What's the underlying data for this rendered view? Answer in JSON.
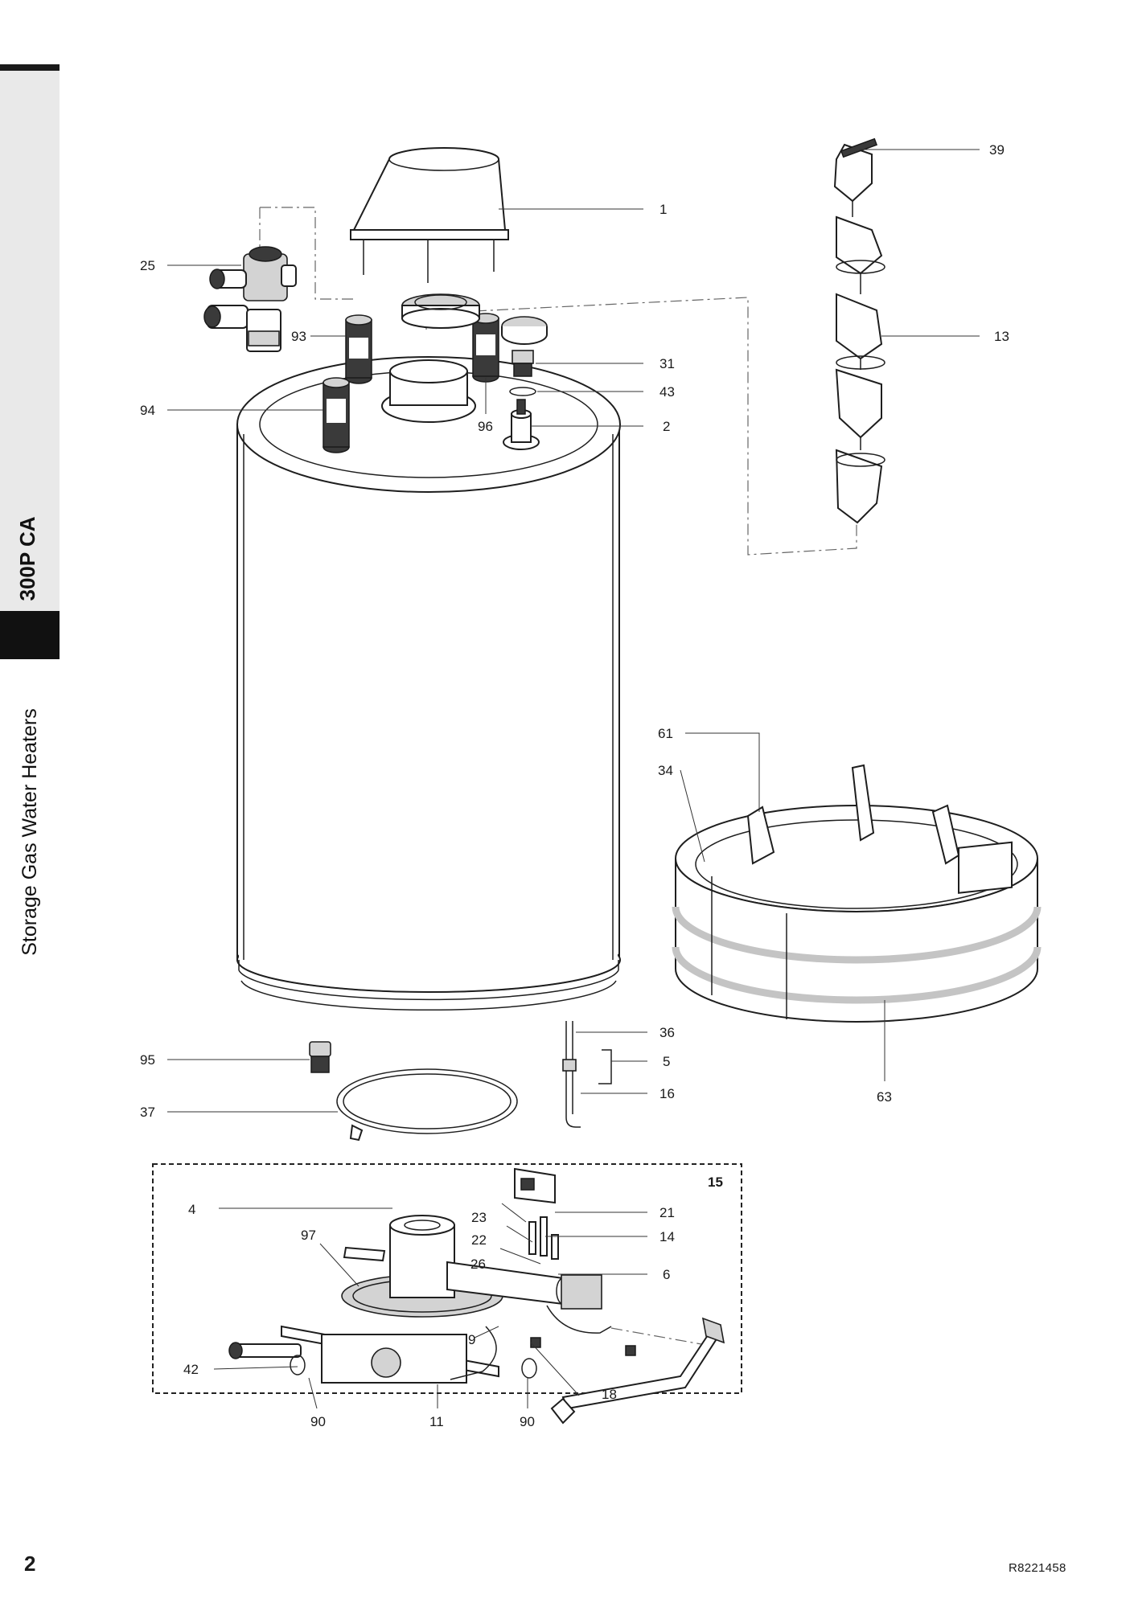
{
  "sidebar": {
    "model": "300P CA",
    "category": "Storage Gas Water Heaters"
  },
  "footer": {
    "page_number": "2",
    "reference": "R8221458"
  },
  "callouts": {
    "c1": "1",
    "c2": "2",
    "c4": "4",
    "c5": "5",
    "c6": "6",
    "c9": "9",
    "c11": "11",
    "c13": "13",
    "c14": "14",
    "c15": "15",
    "c16": "16",
    "c18": "18",
    "c21": "21",
    "c22": "22",
    "c23": "23",
    "c25": "25",
    "c26": "26",
    "c31": "31",
    "c34": "34",
    "c36": "36",
    "c37": "37",
    "c39": "39",
    "c42": "42",
    "c43": "43",
    "c61": "61",
    "c63": "63",
    "c90a": "90",
    "c90b": "90",
    "c93": "93",
    "c94": "94",
    "c95": "95",
    "c96": "96",
    "c97": "97"
  }
}
